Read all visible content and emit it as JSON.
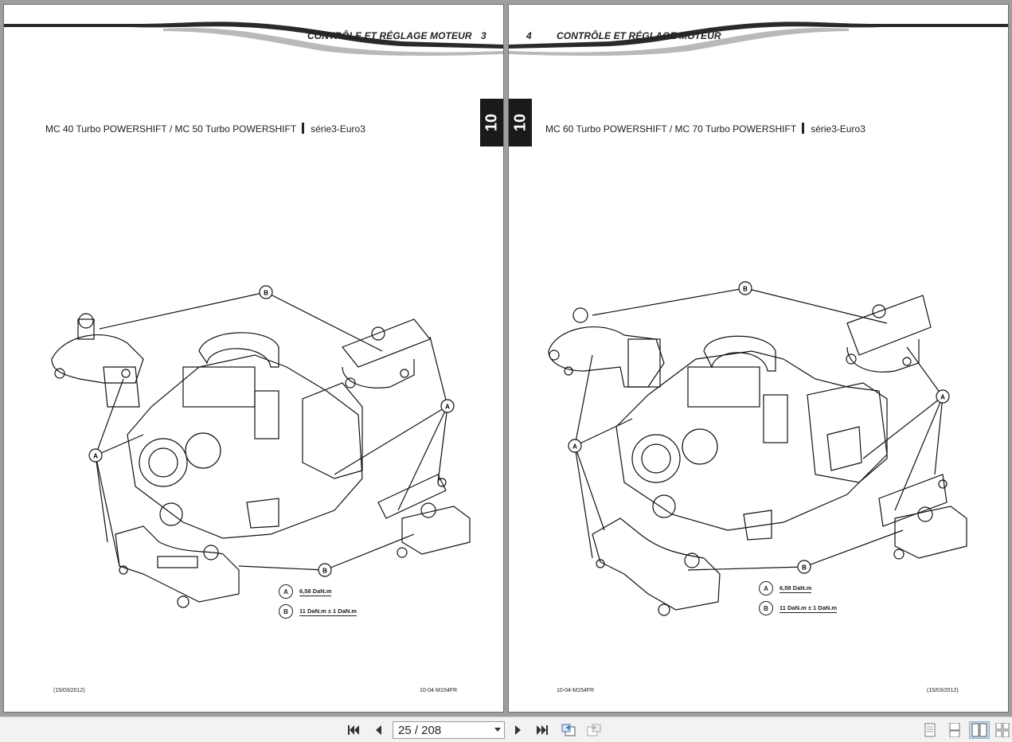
{
  "left_page": {
    "header_title": "CONTRÔLE ET RÉGLAGE MOTEUR",
    "page_number": "3",
    "tab_label": "10",
    "model_text": "MC 40 Turbo POWERSHIFT / MC 50 Turbo POWERSHIFT",
    "series_text": "série3-Euro3",
    "callouts": [
      "A",
      "A",
      "B",
      "B"
    ],
    "legend": [
      {
        "key": "A",
        "text": "6,58 DaN.m"
      },
      {
        "key": "B",
        "text": "11 DaN.m ± 1 DaN.m"
      }
    ],
    "footer_date": "(15/03/2012)",
    "footer_ref": "10-04-M154FR"
  },
  "right_page": {
    "header_title": "CONTRÔLE ET RÉGLAGE MOTEUR",
    "page_number": "4",
    "tab_label": "10",
    "model_text": "MC 60 Turbo POWERSHIFT / MC 70 Turbo POWERSHIFT",
    "series_text": "série3-Euro3",
    "callouts": [
      "A",
      "A",
      "B",
      "B"
    ],
    "legend": [
      {
        "key": "A",
        "text": "6,58 DaN.m"
      },
      {
        "key": "B",
        "text": "11 DaN.m ± 1 DaN.m"
      }
    ],
    "footer_date": "(15/03/2012)",
    "footer_ref": "10-04-M154FR"
  },
  "toolbar": {
    "page_indicator": "25 / 208",
    "icons": [
      "first-page-icon",
      "previous-page-icon",
      "next-page-icon",
      "last-page-icon",
      "go-back-view-icon",
      "go-forward-view-icon",
      "single-page-view-icon",
      "continuous-view-icon",
      "two-page-view-icon",
      "two-page-continuous-view-icon"
    ],
    "active_view": "two-page-view"
  },
  "colors": {
    "background": "#9e9e9e",
    "page": "#ffffff",
    "tab": "#1a1a1a",
    "toolbar": "#f2f2f2",
    "active_view": "#c9d9ee"
  }
}
